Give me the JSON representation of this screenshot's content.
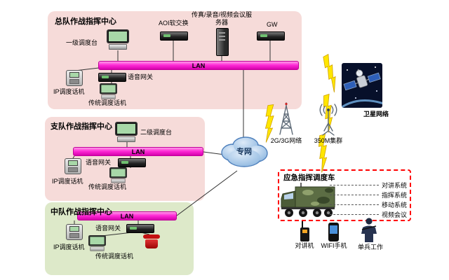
{
  "colors": {
    "zone_pink": "#f6dbd9",
    "zone_green": "#dde9c9",
    "lan_magenta": "#ff00cc",
    "cloud_blue": "#a8c8e8",
    "vehicle_border_red": "#ff0000",
    "lightning_yellow": "#ffe600"
  },
  "zones": {
    "zongdui": {
      "title": "总队作战指挥中心",
      "console_label": "一级调度台",
      "aoi_label": "AOI软交换",
      "server_label": "传真/录音/视频会议服务器",
      "gw_label": "GW",
      "lan_label": "LAN",
      "voice_gw_label": "语音网关",
      "ip_phone_label": "IP调度话机",
      "trad_phone_label": "传统调度话机"
    },
    "zhidui": {
      "title": "支队作战指挥中心",
      "console_label": "二级调度台",
      "lan_label": "LAN",
      "voice_gw_label": "语音网关",
      "ip_phone_label": "IP调度话机",
      "trad_phone_label": "传统调度话机"
    },
    "zhongdui": {
      "title": "中队作战指挥中心",
      "lan_label": "LAN",
      "voice_gw_label": "语音网关",
      "ip_phone_label": "IP调度话机",
      "trad_phone_label": "传统调度话机"
    }
  },
  "network": {
    "cloud_label": "专网",
    "cellular_label": "2G/3G网络",
    "trunking_label": "350M集群",
    "satellite_label": "卫星网络"
  },
  "vehicle": {
    "title": "应急指挥调度车",
    "systems": [
      "对讲系统",
      "指挥系统",
      "移动系统",
      "视频会议"
    ],
    "walkie_label": "对讲机",
    "wifi_phone_label": "WIFI手机",
    "soldier_label": "单兵工作"
  }
}
